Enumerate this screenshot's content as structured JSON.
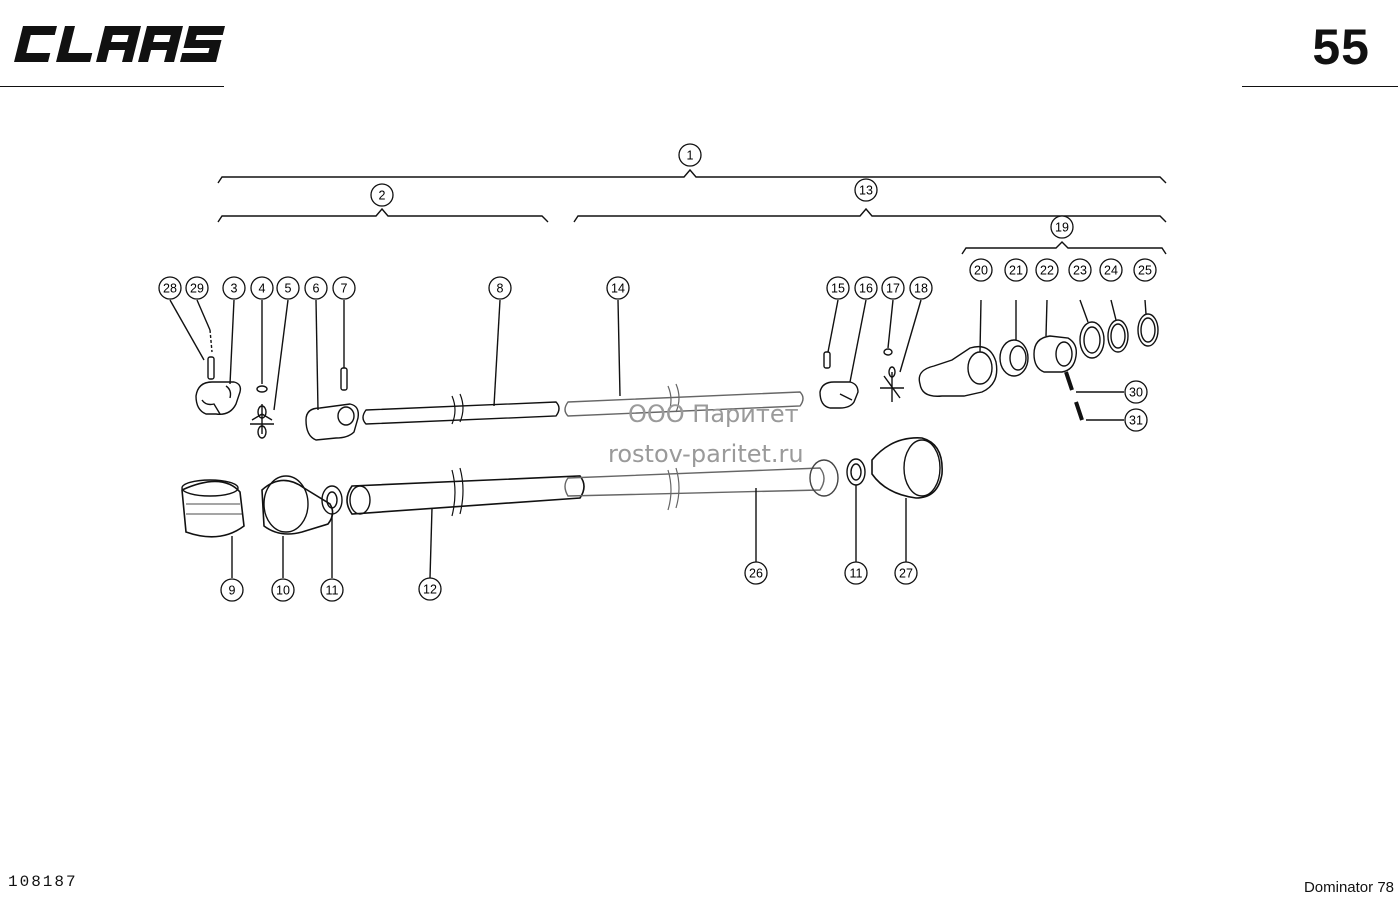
{
  "header": {
    "logo_text": "CLAAS",
    "page_number": "55"
  },
  "footer": {
    "drawing_number": "108187",
    "model": "Dominator 78"
  },
  "watermark": {
    "line1": "ООО Паритет",
    "line2": "rostov-paritet.ru"
  },
  "callouts": {
    "c1": "1",
    "c2": "2",
    "c3": "3",
    "c4": "4",
    "c5": "5",
    "c6": "6",
    "c7": "7",
    "c8": "8",
    "c9": "9",
    "c10": "10",
    "c11a": "11",
    "c11b": "11",
    "c12": "12",
    "c13": "13",
    "c14": "14",
    "c15": "15",
    "c16": "16",
    "c17": "17",
    "c18": "18",
    "c19": "19",
    "c20": "20",
    "c21": "21",
    "c22": "22",
    "c23": "23",
    "c24": "24",
    "c25": "25",
    "c26": "26",
    "c27": "27",
    "c28": "28",
    "c29": "29",
    "c30": "30",
    "c31": "31"
  }
}
